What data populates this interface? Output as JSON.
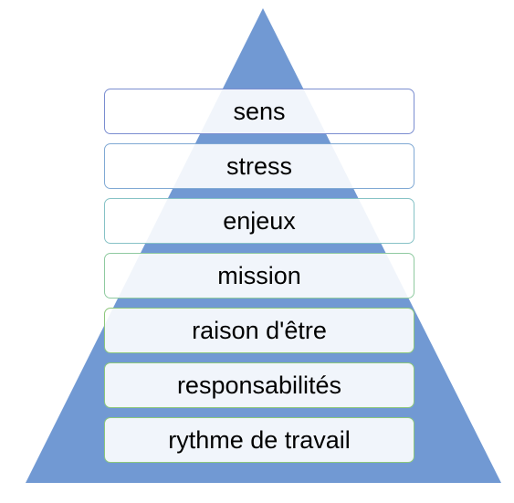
{
  "pyramid": {
    "fill_color": "#7199d3",
    "levels": [
      {
        "label": "sens",
        "border_color": "#7a8dd0",
        "fill": "rgba(255,255,255,0.9)"
      },
      {
        "label": "stress",
        "border_color": "#80a9d4",
        "fill": "rgba(255,255,255,0.9)"
      },
      {
        "label": "enjeux",
        "border_color": "#86c2c6",
        "fill": "rgba(255,255,255,0.9)"
      },
      {
        "label": "mission",
        "border_color": "#8fcaa0",
        "fill": "rgba(255,255,255,0.9)"
      },
      {
        "label": "raison d'être",
        "border_color": "#8cc77c",
        "fill": "rgba(255,255,255,0.9)"
      },
      {
        "label": "responsabilités",
        "border_color": "#8cc77c",
        "fill": "rgba(255,255,255,0.9)"
      },
      {
        "label": "rythme de travail",
        "border_color": "#8cc77c",
        "fill": "rgba(255,255,255,0.9)"
      }
    ]
  }
}
